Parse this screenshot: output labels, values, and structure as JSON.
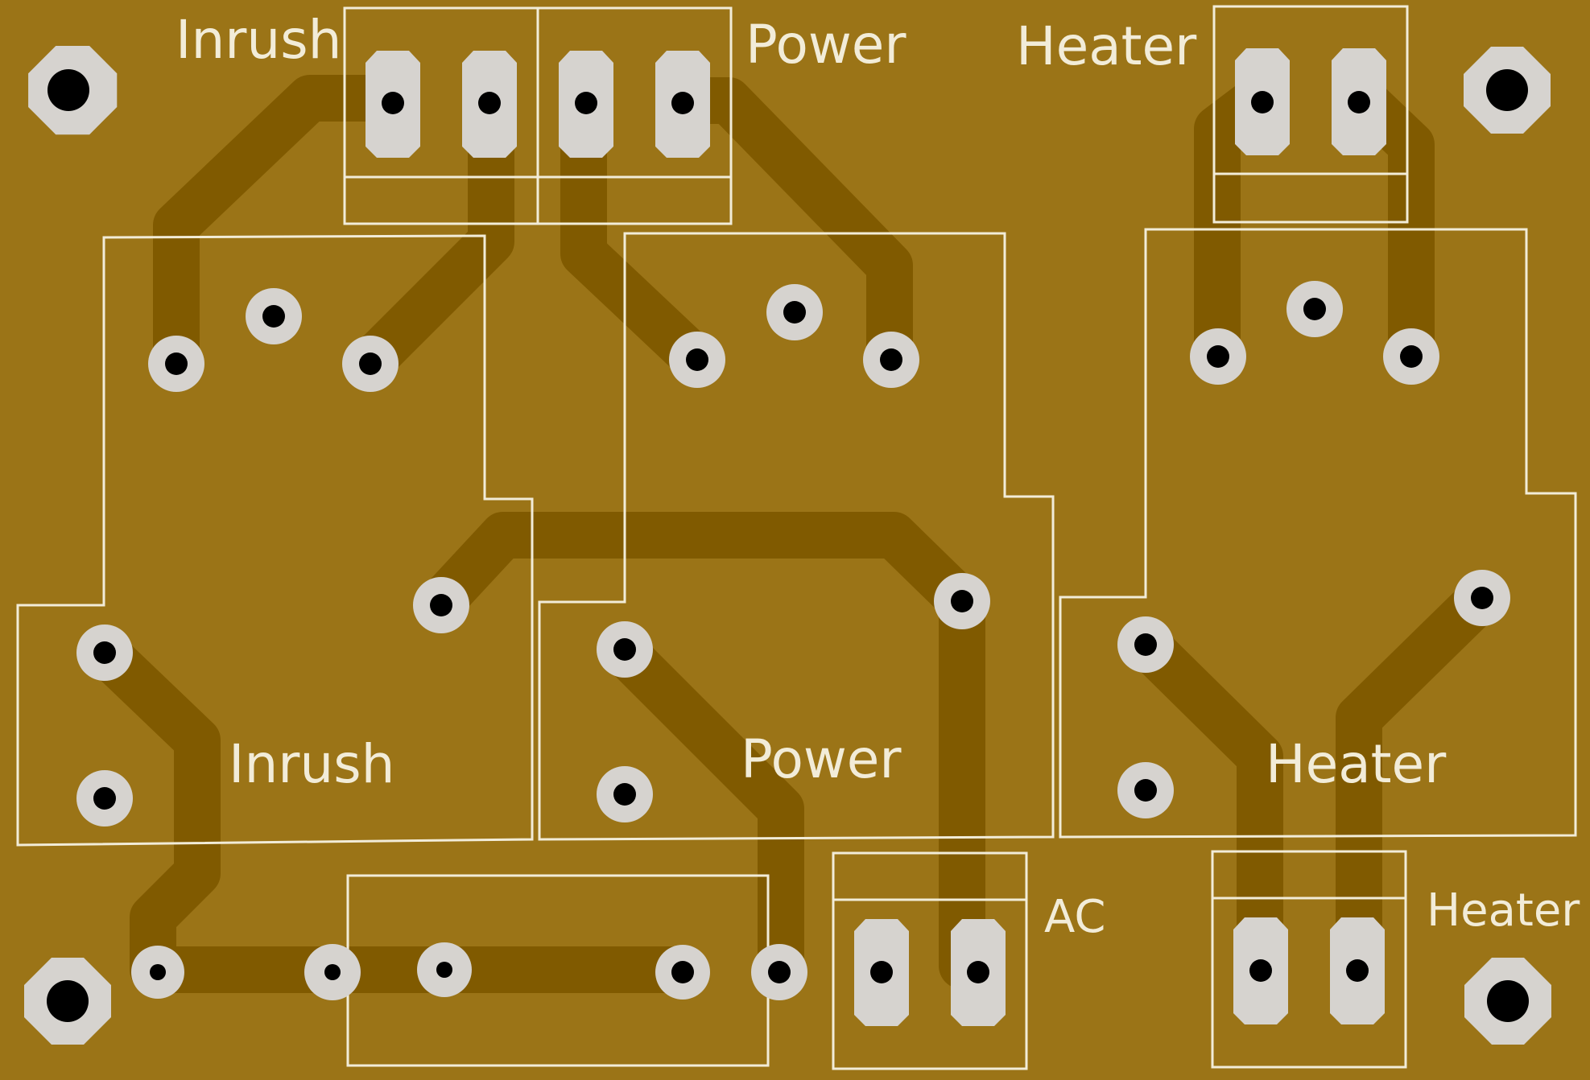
{
  "board": {
    "colors": {
      "substrate": "#9b7417",
      "trace": "#805a00",
      "silkscreen": "#f2ecd8",
      "pad": "#d6d3cf",
      "drill": "#000000"
    }
  },
  "labels": {
    "inrush_top": "Inrush",
    "power_top": "Power",
    "heater_top": "Heater",
    "inrush_relay": "Inrush",
    "power_relay": "Power",
    "heater_relay": "Heater",
    "ac": "AC",
    "heater_bottom": "Heater"
  },
  "components": {
    "relays": [
      "Inrush",
      "Power",
      "Heater"
    ],
    "connectors": [
      "Inrush",
      "Power",
      "Heater",
      "AC",
      "Heater"
    ],
    "mounting_holes": 4
  }
}
